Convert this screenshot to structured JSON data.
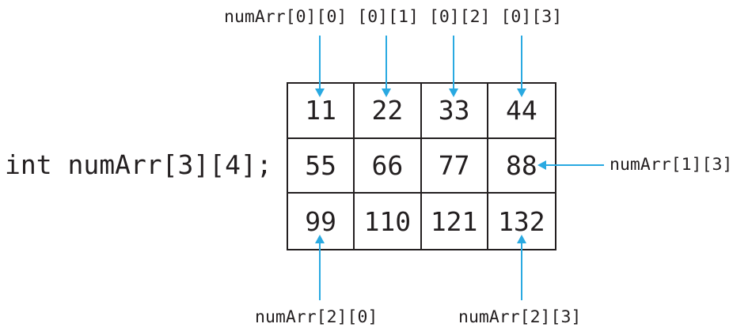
{
  "colors": {
    "arrow_accent": "#29a9e1",
    "ink": "#231f20",
    "background": "#ffffff"
  },
  "declaration": "int numArr[3][4];",
  "labels": {
    "top": "numArr[0][0] [0][1] [0][2] [0][3]",
    "right": "numArr[1][3]",
    "bottom_left": "numArr[2][0]",
    "bottom_right": "numArr[2][3]"
  },
  "grid": {
    "rows": 3,
    "cols": 4,
    "values": [
      [
        "11",
        "22",
        "33",
        "44"
      ],
      [
        "55",
        "66",
        "77",
        "88"
      ],
      [
        "99",
        "110",
        "121",
        "132"
      ]
    ]
  }
}
